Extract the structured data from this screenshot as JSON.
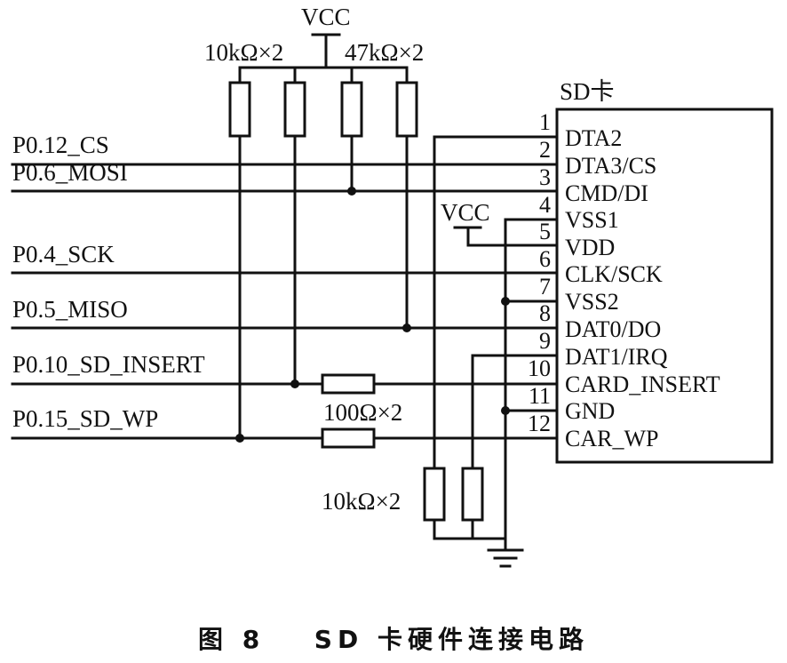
{
  "figure": {
    "caption_prefix": "图 8",
    "caption_title": "SD 卡硬件连接电路"
  },
  "power": {
    "vcc_top_label": "VCC",
    "vcc_card_label": "VCC"
  },
  "resistors": {
    "pullup_left_label": "10kΩ×2",
    "pullup_right_label": "47kΩ×2",
    "series_label": "100Ω×2",
    "pulldown_label": "10kΩ×2"
  },
  "signals": [
    {
      "name": "P0.12_CS",
      "pin": 2
    },
    {
      "name": "P0.6_MOSI",
      "pin": 3
    },
    {
      "name": "P0.4_SCK",
      "pin": 6
    },
    {
      "name": "P0.5_MISO",
      "pin": 8
    },
    {
      "name": "P0.10_SD_INSERT",
      "pin": 10
    },
    {
      "name": "P0.15_SD_WP",
      "pin": 12
    }
  ],
  "sd_card": {
    "title": "SD卡",
    "pins": [
      {
        "num": "1",
        "name": "DTA2"
      },
      {
        "num": "2",
        "name": "DTA3/CS"
      },
      {
        "num": "3",
        "name": "CMD/DI"
      },
      {
        "num": "4",
        "name": "VSS1"
      },
      {
        "num": "5",
        "name": "VDD"
      },
      {
        "num": "6",
        "name": "CLK/SCK"
      },
      {
        "num": "7",
        "name": "VSS2"
      },
      {
        "num": "8",
        "name": "DAT0/DO"
      },
      {
        "num": "9",
        "name": "DAT1/IRQ"
      },
      {
        "num": "10",
        "name": "CARD_INSERT"
      },
      {
        "num": "11",
        "name": "GND"
      },
      {
        "num": "12",
        "name": "CAR_WP"
      }
    ]
  }
}
